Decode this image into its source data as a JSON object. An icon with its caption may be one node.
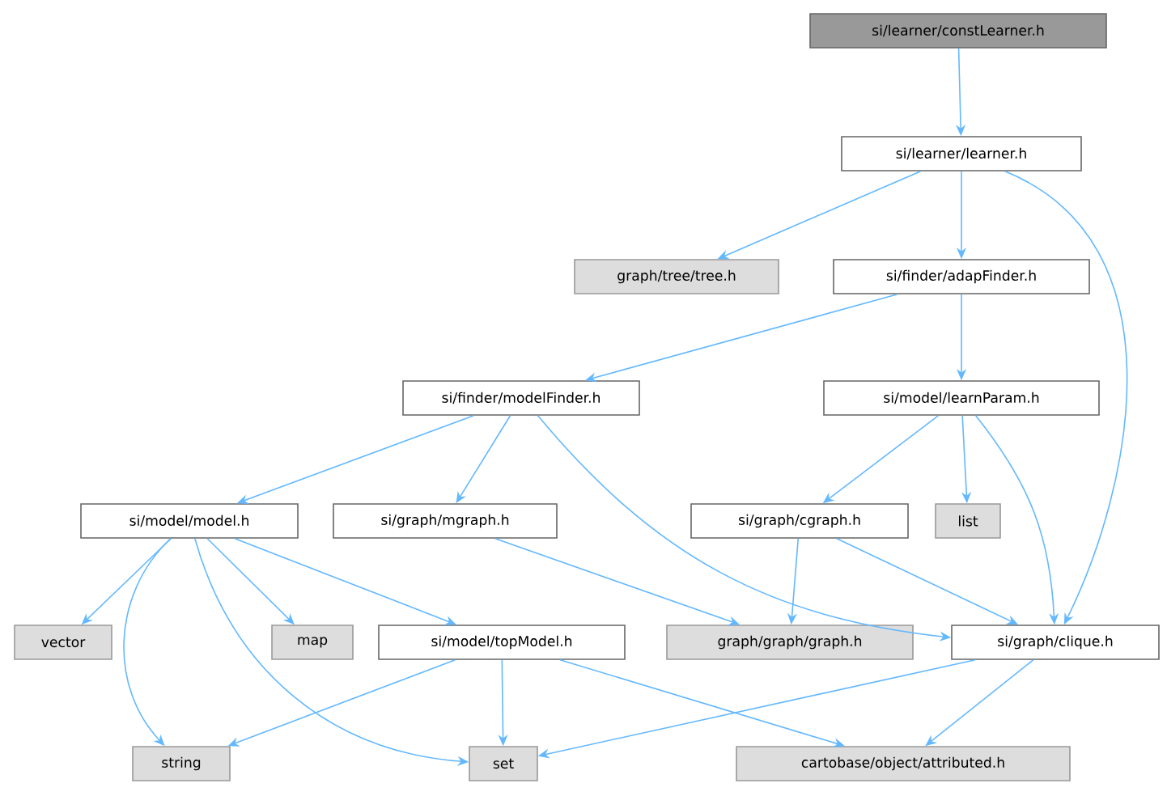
{
  "diagram": {
    "nodes": [
      {
        "text": [
          "si/learner/constLearner.h"
        ]
      },
      {
        "text": [
          "si/learner/learner.h"
        ]
      },
      {
        "text": [
          "graph/tree/tree.h"
        ]
      },
      {
        "text": [
          "si/finder/adapFinder.h"
        ]
      },
      {
        "text": [
          "si/finder/modelFinder.h"
        ]
      },
      {
        "text": [
          "si/model/learnParam.h"
        ]
      },
      {
        "text": [
          "si/model/model.h"
        ]
      },
      {
        "text": [
          "si/graph/mgraph.h"
        ]
      },
      {
        "text": [
          "si/graph/cgraph.h"
        ]
      },
      {
        "text": [
          "list"
        ]
      },
      {
        "text": [
          "vector"
        ]
      },
      {
        "text": [
          "map"
        ]
      },
      {
        "text": [
          "si/model/topModel.h"
        ]
      },
      {
        "text": [
          "graph/graph/graph.h"
        ]
      },
      {
        "text": [
          "si/graph/clique.h"
        ]
      },
      {
        "text": [
          "string"
        ]
      },
      {
        "text": [
          "set"
        ]
      },
      {
        "text": [
          "cartobase/object/attributed.h"
        ]
      }
    ],
    "edges": [
      {
        "from": 0,
        "to": 1,
        "arrow": "to"
      },
      {
        "from": 1,
        "to": 2,
        "arrow": "to"
      },
      {
        "from": 1,
        "to": 3,
        "arrow": "to"
      },
      {
        "from": 1,
        "to": 14,
        "arrow": "to"
      },
      {
        "from": 3,
        "to": 4,
        "arrow": "to"
      },
      {
        "from": 3,
        "to": 5,
        "arrow": "to"
      },
      {
        "from": 4,
        "to": 6,
        "arrow": "to"
      },
      {
        "from": 4,
        "to": 7,
        "arrow": "to"
      },
      {
        "from": 4,
        "to": 14,
        "arrow": "to"
      },
      {
        "from": 5,
        "to": 8,
        "arrow": "to"
      },
      {
        "from": 5,
        "to": 9,
        "arrow": "to"
      },
      {
        "from": 5,
        "to": 14,
        "arrow": "to"
      },
      {
        "from": 6,
        "to": 15,
        "arrow": "to"
      },
      {
        "from": 6,
        "to": 10,
        "arrow": "to"
      },
      {
        "from": 6,
        "to": 16,
        "arrow": "to"
      },
      {
        "from": 6,
        "to": 11,
        "arrow": "to"
      },
      {
        "from": 6,
        "to": 12,
        "arrow": "to"
      },
      {
        "from": 7,
        "to": 13,
        "arrow": "to"
      },
      {
        "from": 8,
        "to": 13,
        "arrow": "to"
      },
      {
        "from": 8,
        "to": 14,
        "arrow": "to"
      },
      {
        "from": 12,
        "to": 15,
        "arrow": "to"
      },
      {
        "from": 12,
        "to": 16,
        "arrow": "to"
      },
      {
        "from": 12,
        "to": 17,
        "arrow": "to"
      },
      {
        "from": 14,
        "to": 16,
        "arrow": "to"
      },
      {
        "from": 14,
        "to": 17,
        "arrow": "to"
      }
    ]
  }
}
